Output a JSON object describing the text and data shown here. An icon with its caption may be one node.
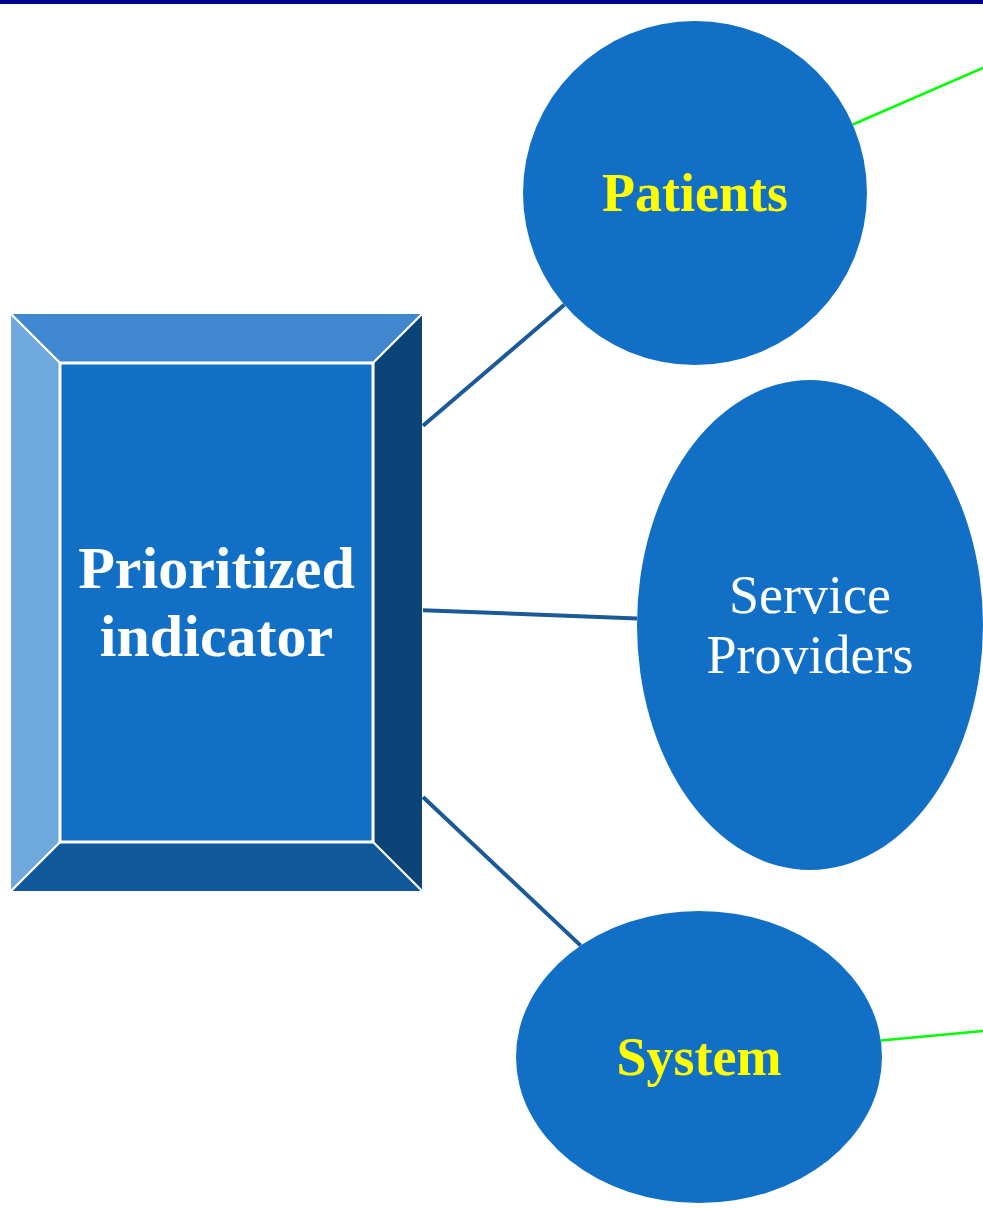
{
  "diagram": {
    "nodes": [
      {
        "text": [
          "Prioritized indicator"
        ]
      },
      {
        "text": [
          "Patients"
        ]
      },
      {
        "text": [
          "Service Providers"
        ]
      },
      {
        "text": [
          "System"
        ]
      }
    ],
    "edges": [
      {
        "from": 0,
        "to": 1,
        "arrow": "none"
      },
      {
        "from": 0,
        "to": 2,
        "arrow": "none"
      },
      {
        "from": 0,
        "to": 3,
        "arrow": "none"
      },
      {
        "from": 1,
        "to": null,
        "arrow": "none",
        "color": "#00ff00"
      },
      {
        "from": 3,
        "to": null,
        "arrow": "none",
        "color": "#00ff00"
      }
    ]
  }
}
